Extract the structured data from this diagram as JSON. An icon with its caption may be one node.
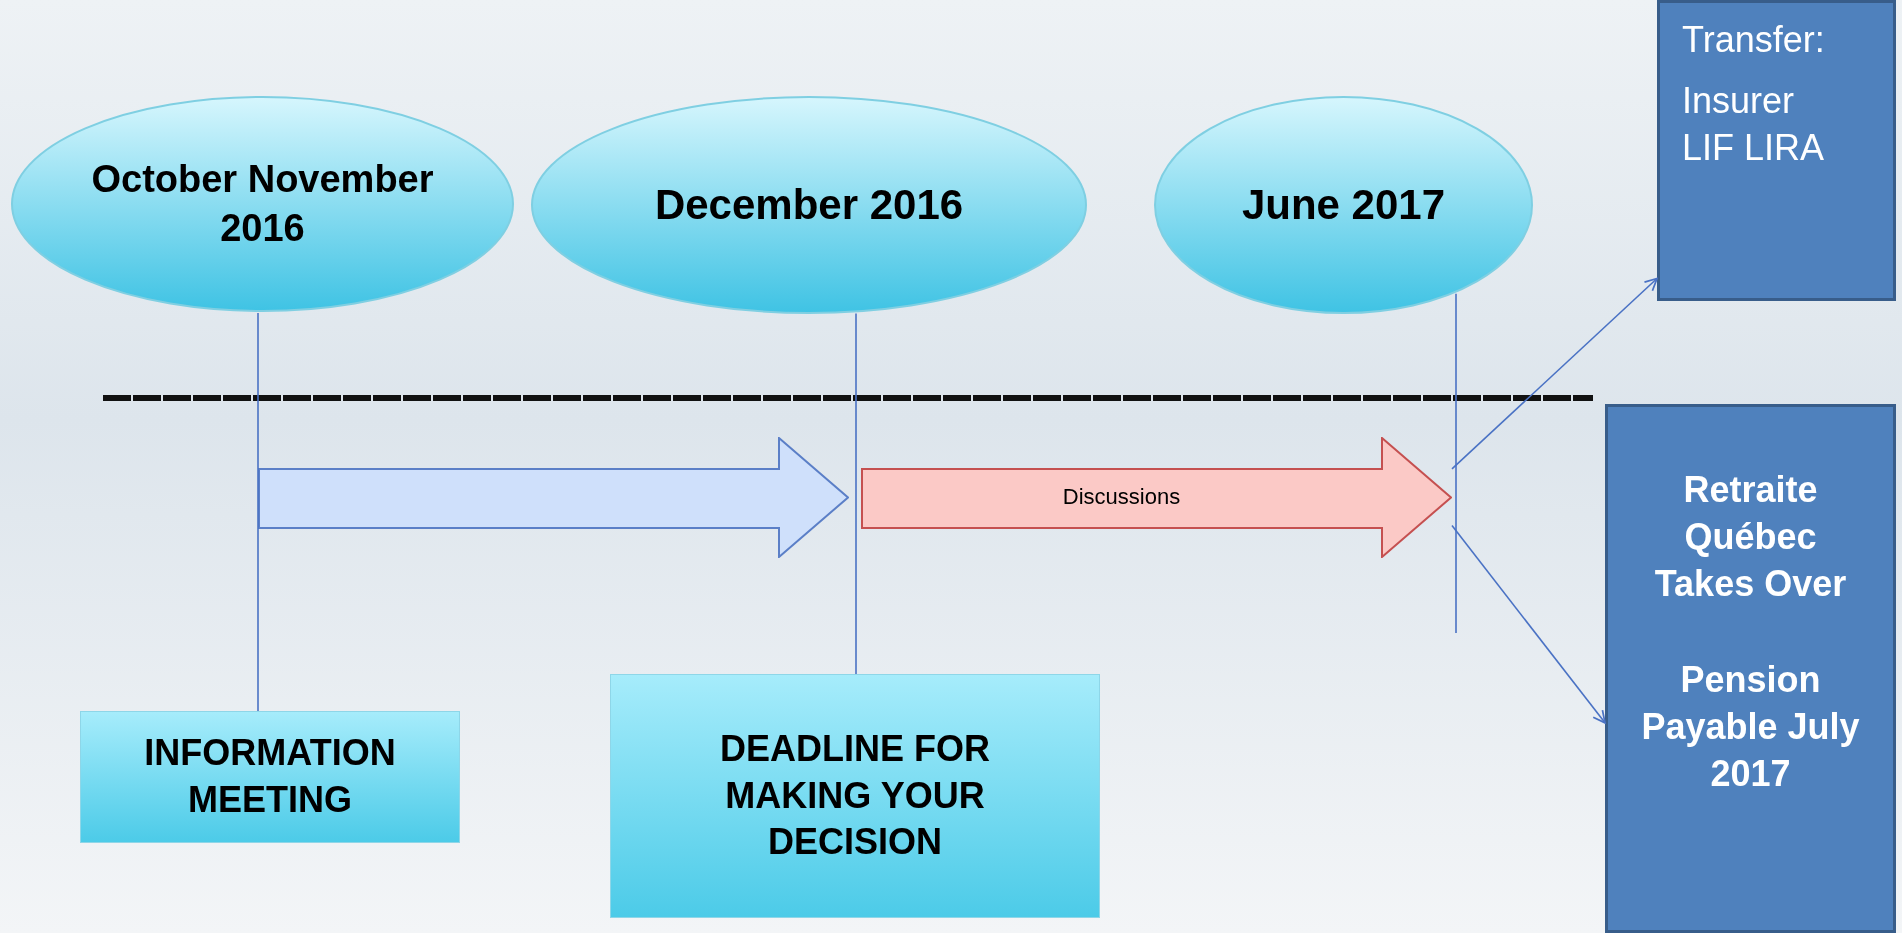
{
  "diagram": {
    "nodes": [
      {
        "text": [
          "October November 2016"
        ]
      },
      {
        "text": [
          "December 2016"
        ]
      },
      {
        "text": [
          "June 2017"
        ]
      },
      {
        "text": [
          "Transfer:",
          "Insurer LIF LIRA"
        ]
      },
      {
        "text": [
          "Retraite Québec Takes Over",
          "Pension Payable July 2017"
        ]
      },
      {
        "text": [
          "INFORMATION MEETING"
        ]
      },
      {
        "text": [
          "DEADLINE FOR MAKING YOUR DECISION"
        ]
      },
      {
        "text": [],
        "shape": "arrow"
      },
      {
        "text": [
          "Discussions"
        ]
      }
    ],
    "edges": [
      {
        "from": 0,
        "to": 5,
        "arrow": "none"
      },
      {
        "from": 1,
        "to": 6,
        "arrow": "none"
      },
      {
        "from": 2,
        "to": null,
        "arrow": "none"
      },
      {
        "from": 8,
        "to": 3,
        "arrow": "to"
      },
      {
        "from": 8,
        "to": 4,
        "arrow": "to"
      }
    ]
  }
}
